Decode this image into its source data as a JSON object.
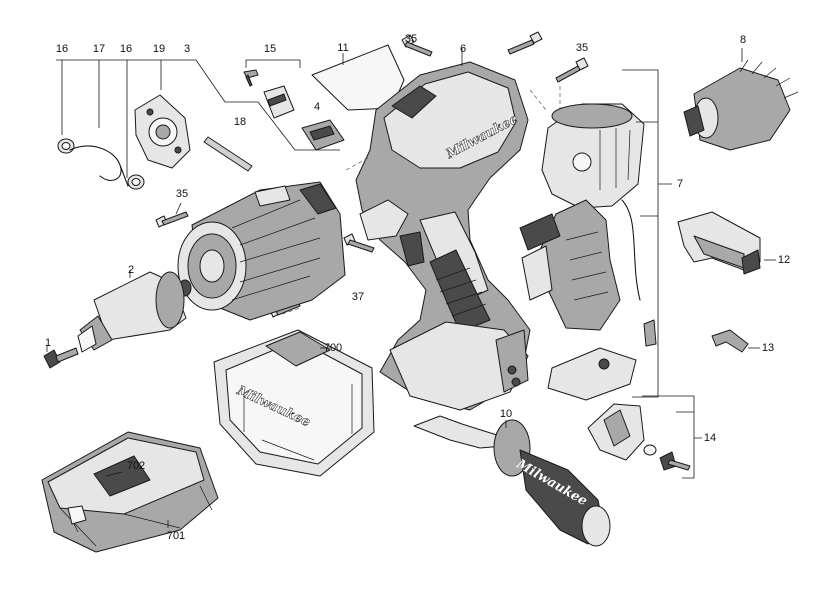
{
  "callouts": {
    "c1": "1",
    "c2": "2",
    "c3": "3",
    "c4": "4",
    "c6": "6",
    "c7": "7",
    "c8": "8",
    "c10": "10",
    "c11": "11",
    "c12": "12",
    "c13": "13",
    "c14": "14",
    "c15": "15",
    "c16a": "16",
    "c16b": "16",
    "c17": "17",
    "c18": "18",
    "c19": "19",
    "c35a": "35",
    "c35b": "35",
    "c35c": "35",
    "c37": "37",
    "c700": "700",
    "c701": "701",
    "c702": "702"
  },
  "brand_logo_text": "Milwaukee",
  "colors": {
    "line": "#1a1a1a",
    "light_fill": "#e6e6e6",
    "mid_fill": "#a8a8a8",
    "dark_fill": "#4a4a4a"
  }
}
